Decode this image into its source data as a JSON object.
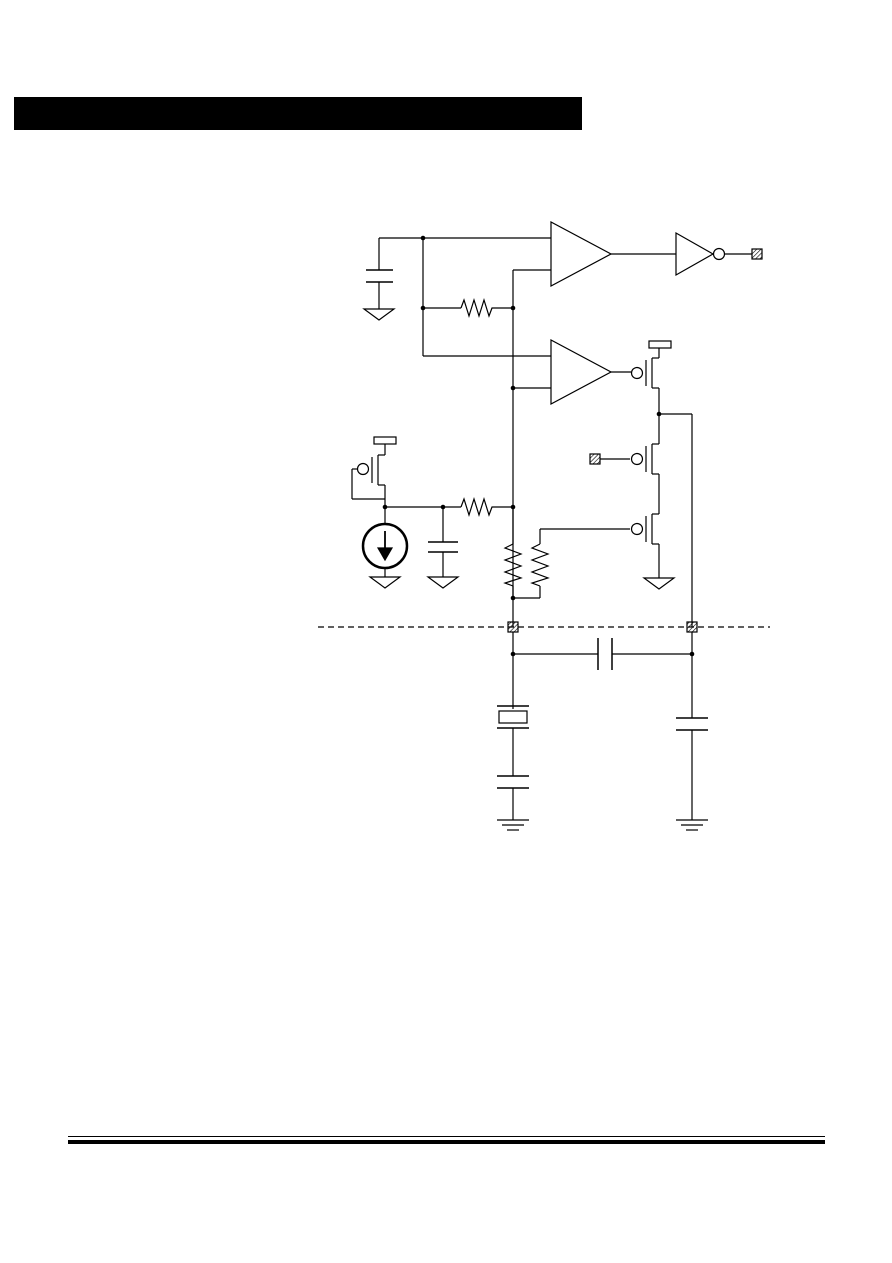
{
  "colors": {
    "ink": "#000000",
    "paper": "#ffffff"
  },
  "diagram": {
    "components": [
      "comparator-top",
      "comparator-bottom",
      "inverter",
      "output-pin",
      "input-pin",
      "pmos-top-right",
      "pmos-mid-right",
      "pmos-bottom-right",
      "pmos-left",
      "current-source",
      "feedback-resistor",
      "bias-resistor",
      "divider-resistor-1",
      "divider-resistor-2",
      "filter-capacitor-top-left",
      "filter-capacitor-mid",
      "coupling-capacitor",
      "crystal",
      "load-capacitor-left",
      "load-capacitor-right",
      "pad-left",
      "pad-right",
      "chip-boundary"
    ]
  }
}
